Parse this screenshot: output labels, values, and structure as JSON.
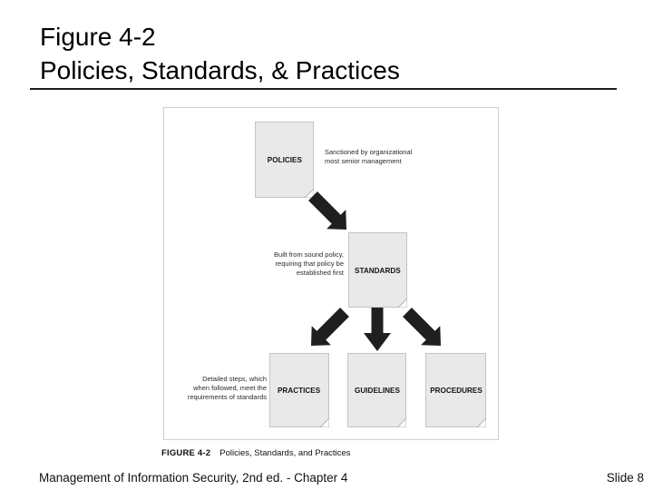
{
  "slide": {
    "title_line1": "Figure 4-2",
    "title_line2": "Policies, Standards, & Practices",
    "footer_left": "Management of Information Security, 2nd ed. - Chapter 4",
    "footer_right": "Slide 8"
  },
  "figure": {
    "caption_label": "FIGURE 4-2",
    "caption_text": "Policies, Standards, and Practices",
    "boxes": [
      {
        "label": "POLICIES"
      },
      {
        "label": "STANDARDS"
      },
      {
        "label": "PRACTICES"
      },
      {
        "label": "GUIDELINES"
      },
      {
        "label": "PROCEDURES"
      }
    ],
    "annotations": [
      {
        "text": "Sanctioned by organizational\nmost senior management"
      },
      {
        "text": "Built from sound policy,\nrequiring that policy be\nestablished first"
      },
      {
        "text": "Detailed steps, which\nwhen followed, meet the\nrequirements of standards"
      }
    ],
    "arrows": [
      {
        "name": "policies-to-standards",
        "direction": "down-right"
      },
      {
        "name": "standards-to-practices",
        "direction": "down-left"
      },
      {
        "name": "standards-to-guidelines",
        "direction": "down"
      },
      {
        "name": "standards-to-procedures",
        "direction": "down-right"
      }
    ]
  },
  "colors": {
    "box_fill": "#e9e9e9",
    "box_border": "#c4c4c4",
    "figure_border": "#d0d0d0",
    "arrow": "#1f1f1f",
    "rule_color": "#1c1c1c"
  }
}
